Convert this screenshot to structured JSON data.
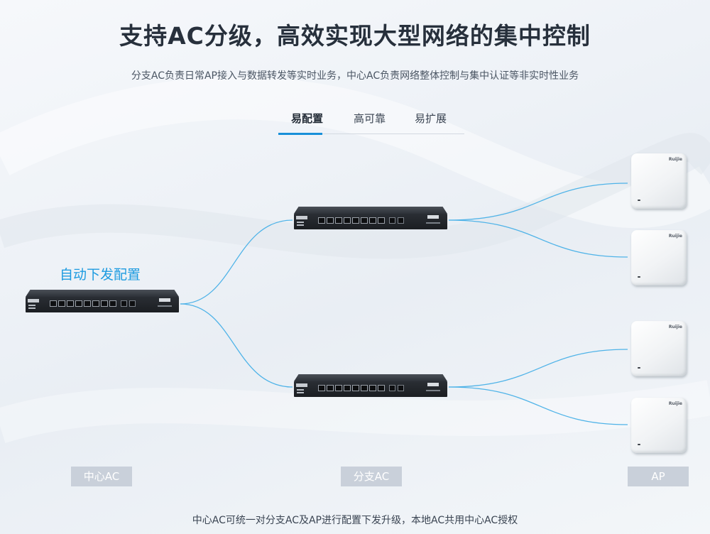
{
  "header": {
    "title": "支持AC分级，高效实现大型网络的集中控制",
    "subtitle": "分支AC负责日常AP接入与数据转发等实时业务，中心AC负责网络整体控制与集中认证等非实时性业务"
  },
  "tabs": [
    {
      "label": "易配置",
      "active": true
    },
    {
      "label": "高可靠",
      "active": false
    },
    {
      "label": "易扩展",
      "active": false
    }
  ],
  "diagram": {
    "highlight_text": "自动下发配置",
    "device_logo": "Ruijie",
    "labels": {
      "center_ac": "中心AC",
      "branch_ac": "分支AC",
      "ap": "AP"
    }
  },
  "footer": {
    "text": "中心AC可统一对分支AC及AP进行配置下发升级，本地AC共用中心AC授权"
  },
  "colors": {
    "accent": "#1890d9",
    "highlight": "#1d9be0",
    "label_bg": "#c9d0da",
    "connector": "#4fb3e8"
  }
}
